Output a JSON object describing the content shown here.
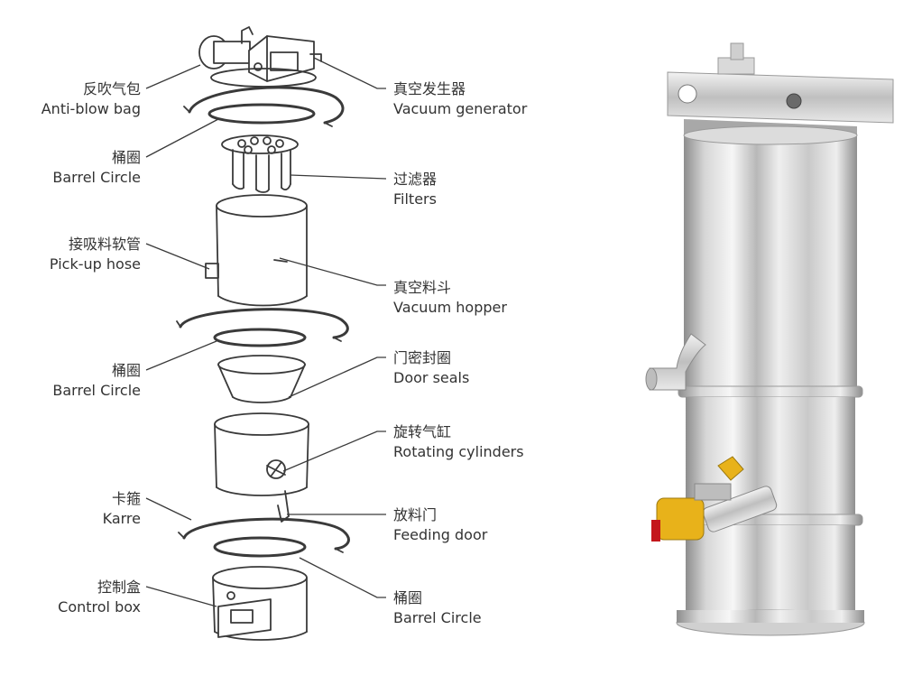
{
  "colors": {
    "line": "#3a3a3a",
    "text": "#333333",
    "steel_light": "#f3f3f3",
    "steel_mid": "#c9c9c9",
    "steel_dark": "#8d8d8d",
    "valve_yellow": "#e8b21a",
    "valve_red": "#c4161c"
  },
  "left_labels": [
    {
      "zh": "反吹气包",
      "en": "Anti-blow bag"
    },
    {
      "zh": "桶圈",
      "en": "Barrel Circle"
    },
    {
      "zh": "接吸料软管",
      "en": "Pick-up hose"
    },
    {
      "zh": "桶圈",
      "en": "Barrel Circle"
    },
    {
      "zh": "卡箍",
      "en": "Karre"
    },
    {
      "zh": "控制盒",
      "en": "Control box"
    }
  ],
  "right_labels": [
    {
      "zh": "真空发生器",
      "en": "Vacuum generator"
    },
    {
      "zh": "过滤器",
      "en": "Filters"
    },
    {
      "zh": "真空料斗",
      "en": "Vacuum hopper"
    },
    {
      "zh": "门密封圈",
      "en": "Door seals"
    },
    {
      "zh": "旋转气缸",
      "en": "Rotating cylinders"
    },
    {
      "zh": "放料门",
      "en": "Feeding door"
    },
    {
      "zh": "桶圈",
      "en": "Barrel Circle"
    }
  ],
  "icons": {
    "exploded_view": "exploded-assembly-drawing",
    "product_photo": "vacuum-feeder-render"
  }
}
